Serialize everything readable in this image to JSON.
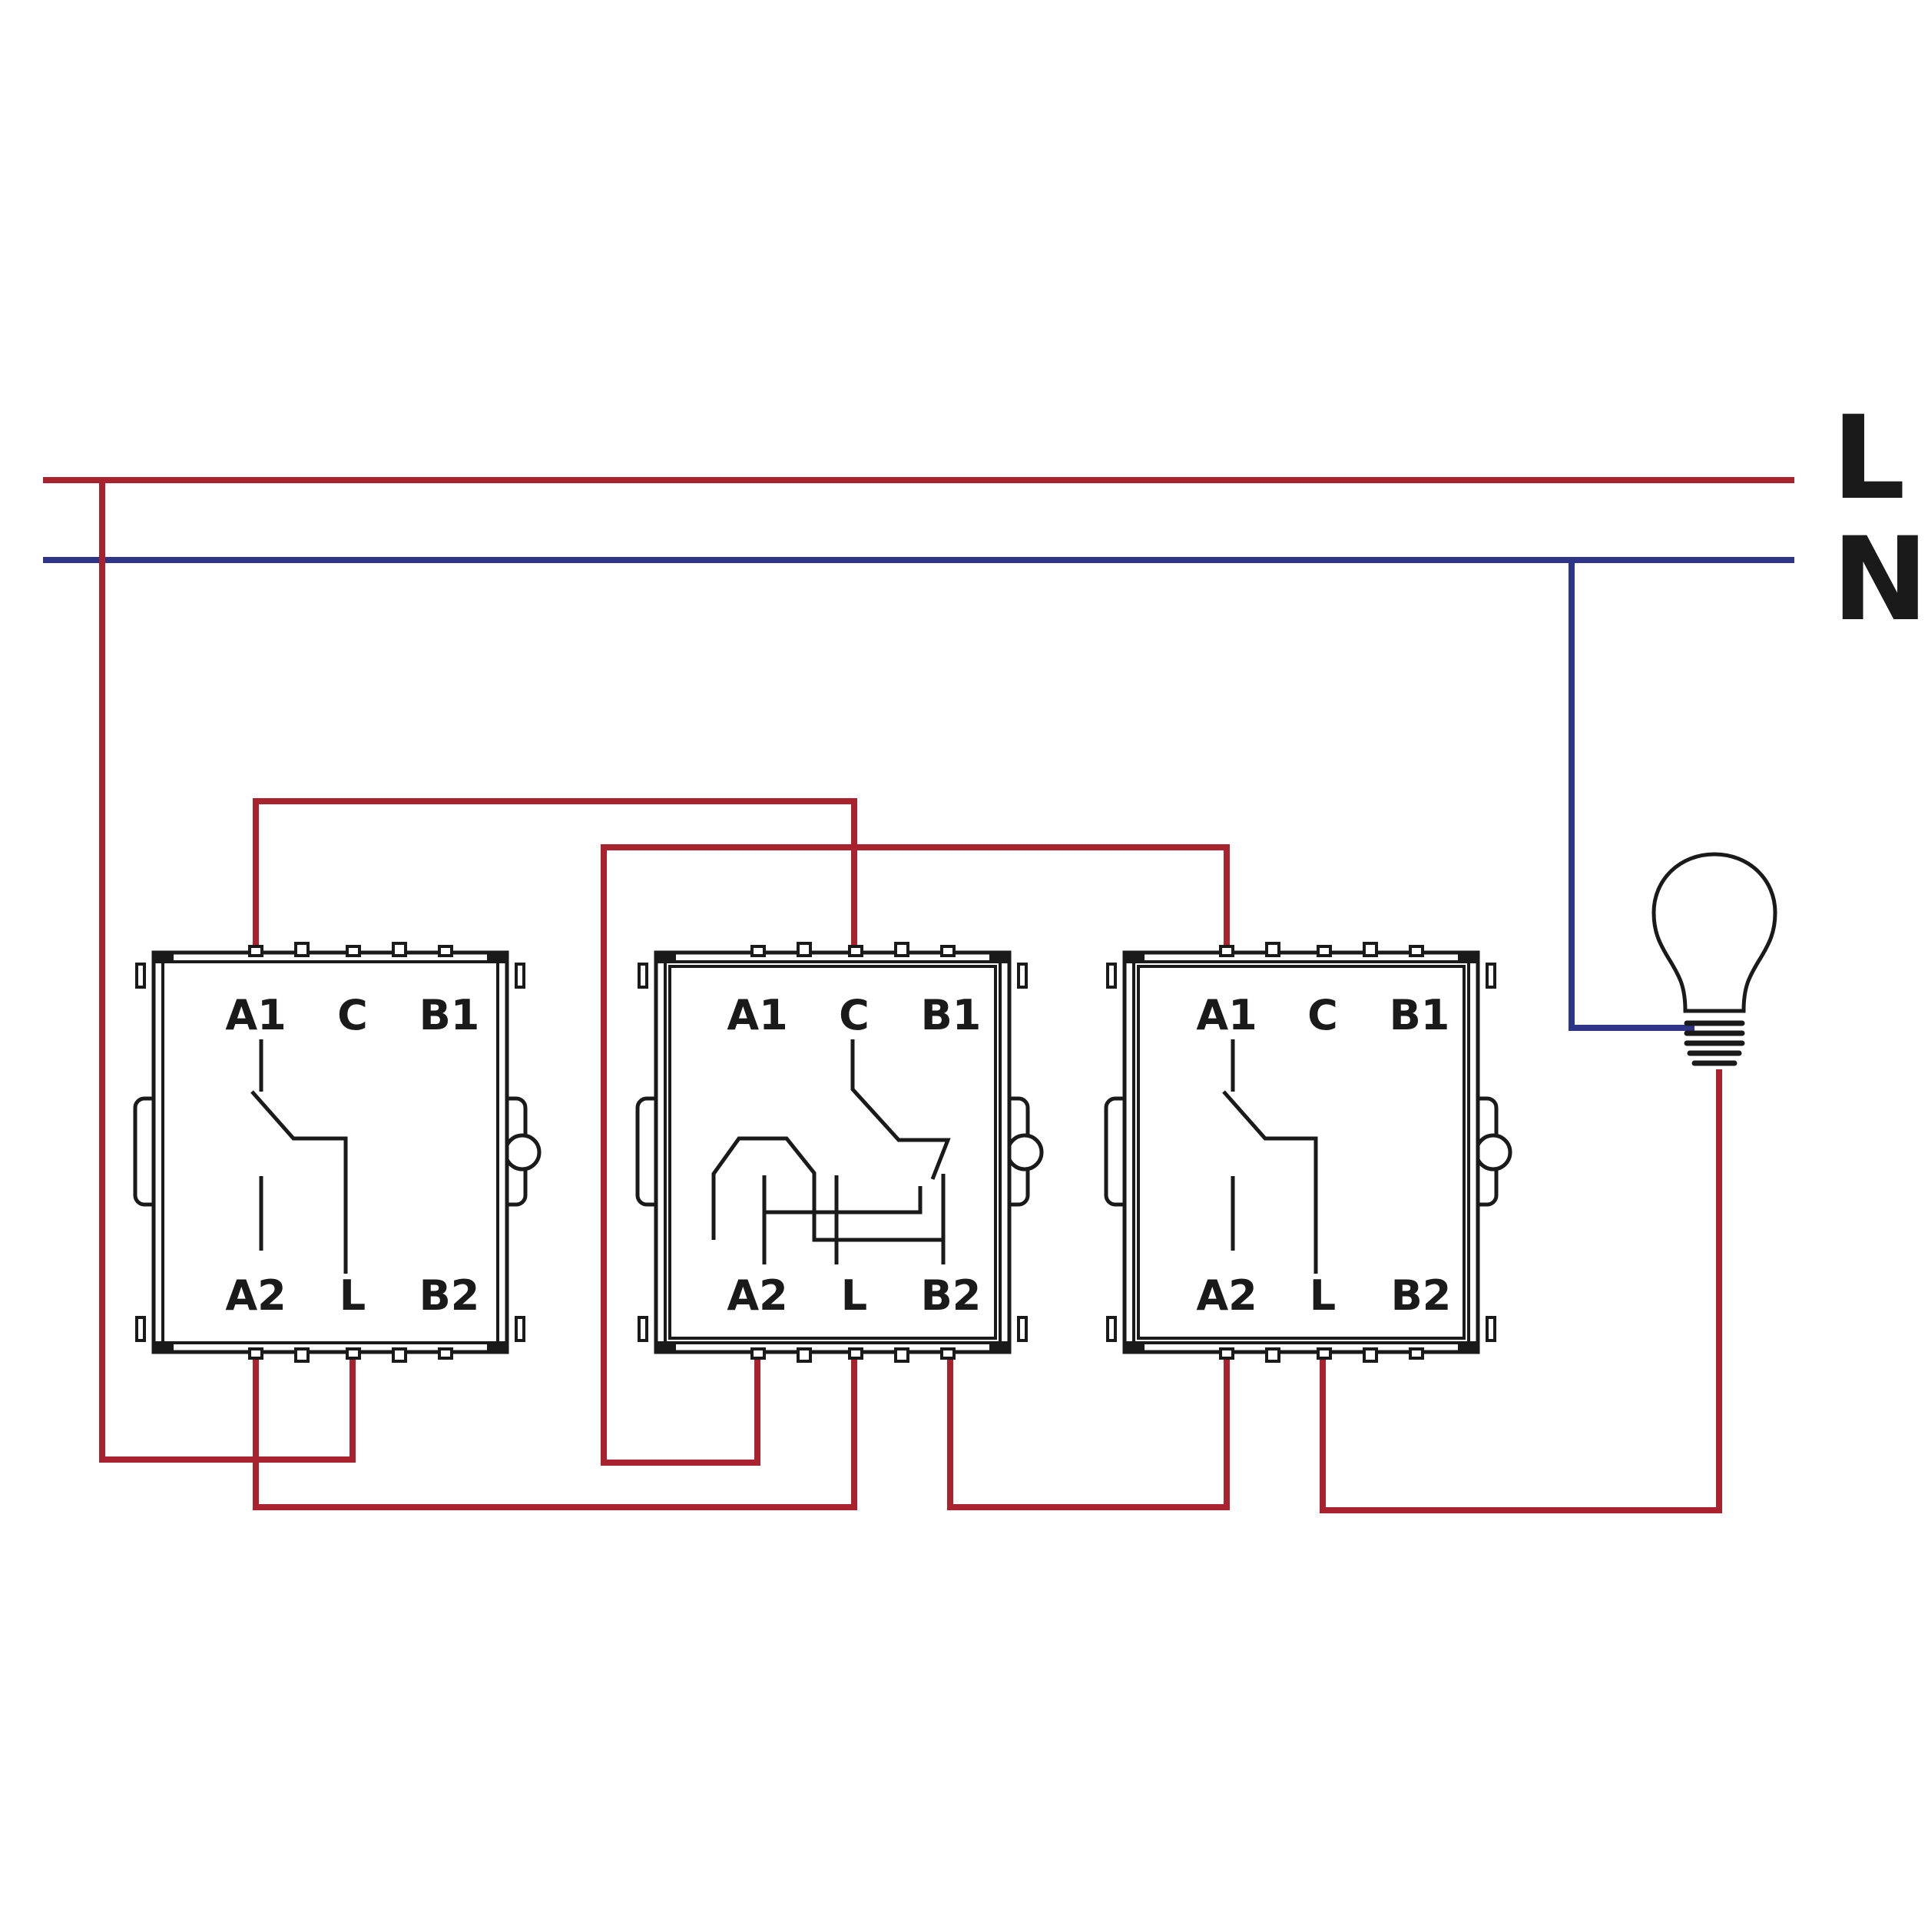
{
  "rails": {
    "line_label": "L",
    "neutral_label": "N"
  },
  "colors": {
    "live_wire": "#a8232d",
    "neutral_wire": "#2e3586",
    "outline": "#1a1a1a",
    "background": "#ffffff"
  },
  "switches": [
    {
      "type": "two-way",
      "terminals": {
        "a1": "A1",
        "c": "C",
        "b1": "B1",
        "a2": "A2",
        "l": "L",
        "b2": "B2"
      }
    },
    {
      "type": "intermediate",
      "terminals": {
        "a1": "A1",
        "c": "C",
        "b1": "B1",
        "a2": "A2",
        "l": "L",
        "b2": "B2"
      }
    },
    {
      "type": "two-way",
      "terminals": {
        "a1": "A1",
        "c": "C",
        "b1": "B1",
        "a2": "A2",
        "l": "L",
        "b2": "B2"
      }
    }
  ],
  "lamp": {
    "icon": "light-bulb-icon"
  }
}
